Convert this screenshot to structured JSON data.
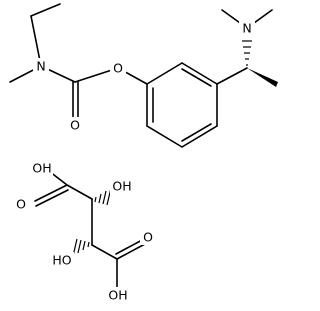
{
  "molecule": {
    "labels": {
      "n_carbamate": "N",
      "o_carbonyl": "O",
      "o_ester": "O",
      "n_amine": "N"
    }
  },
  "tartaric_acid": {
    "labels": {
      "oh_acid_top": "OH",
      "o_carbonyl_top": "O",
      "oh_top": "OH",
      "ho_bottom": "HO",
      "o_carbonyl_bottom": "O",
      "oh_acid_bottom": "OH"
    }
  },
  "colors": {
    "ink": "#000000",
    "background": "#ffffff"
  }
}
